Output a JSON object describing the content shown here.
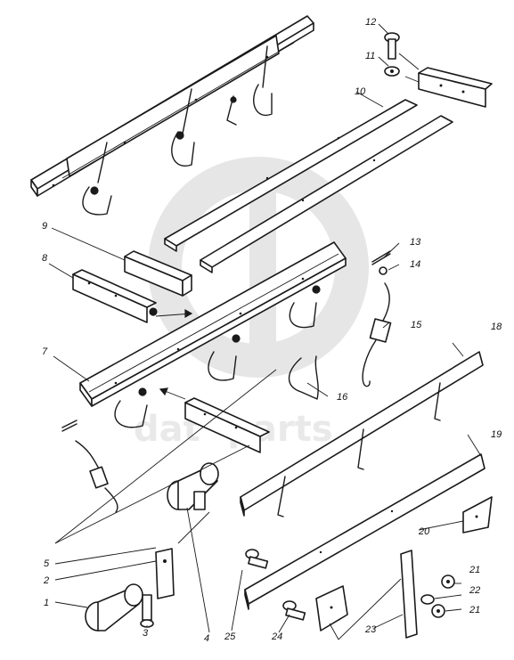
{
  "watermark": {
    "text": "dat  -parts"
  },
  "callouts": {
    "c1": "1",
    "c2": "2",
    "c3": "3",
    "c4": "4",
    "c5": "5",
    "c7": "7",
    "c8": "8",
    "c9": "9",
    "c10": "10",
    "c11": "11",
    "c12": "12",
    "c13": "13",
    "c14": "14",
    "c15": "15",
    "c16": "16",
    "c18": "18",
    "c19": "19",
    "c20": "20",
    "c21a": "21",
    "c21b": "21",
    "c22": "22",
    "c23": "23",
    "c24": "24",
    "c25": "25"
  }
}
